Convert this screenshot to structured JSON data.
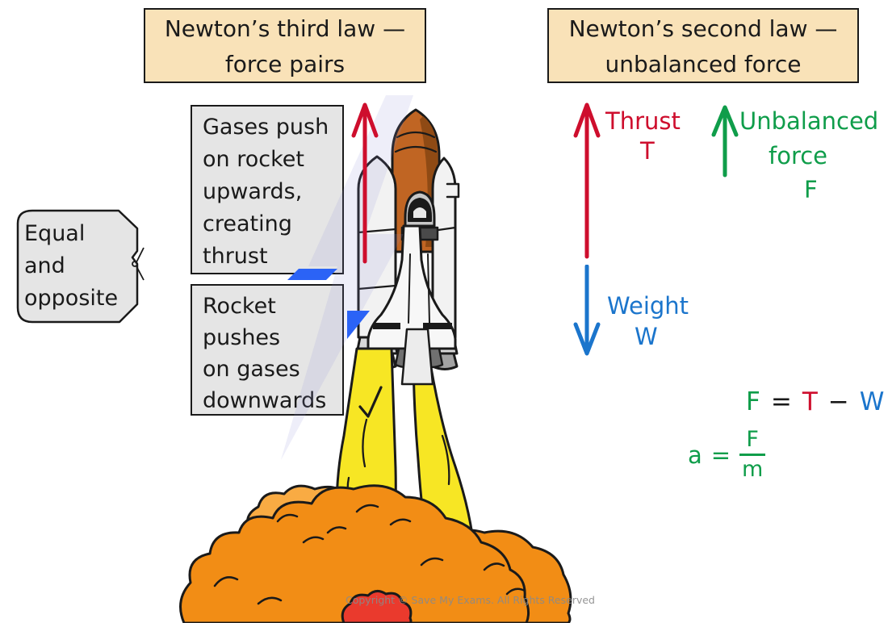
{
  "titles": {
    "third_law": {
      "line1": "Newton’s third law —",
      "line2": "force pairs"
    },
    "second_law": {
      "line1": "Newton’s second law —",
      "line2": "unbalanced force"
    }
  },
  "callouts": {
    "equal_opposite": {
      "lines": [
        "Equal",
        "and",
        "opposite"
      ]
    },
    "gases_push": {
      "lines": [
        "Gases push",
        "on rocket",
        "upwards,",
        "creating",
        "thrust"
      ]
    },
    "rocket_pushes": {
      "lines": [
        "Rocket",
        "pushes",
        "on gases",
        "downwards"
      ]
    }
  },
  "forces": {
    "thrust": {
      "label": "Thrust",
      "symbol": "T",
      "color": "#ce0e2d",
      "direction": "up"
    },
    "unbalanced": {
      "label_line1": "Unbalanced",
      "label_line2": "force",
      "symbol": "F",
      "color": "#0f9d4a",
      "direction": "up"
    },
    "weight": {
      "label": "Weight",
      "symbol": "W",
      "color": "#1b75cc",
      "direction": "down"
    }
  },
  "equations": {
    "force": {
      "lhs": "F",
      "eq": "=",
      "t": "T",
      "minus": "−",
      "w": "W"
    },
    "acceleration": {
      "a": "a",
      "eq": "=",
      "numerator": "F",
      "denominator": "m"
    }
  },
  "footer": {
    "copyright": "Copyright © Save My Exams. All Rights Reserved"
  },
  "colors": {
    "thrust_red": "#ce0e2d",
    "force_green": "#0f9d4a",
    "weight_blue": "#1b75cc",
    "title_bg": "#f9e2b8",
    "callout_bg": "#e5e5e5",
    "flame_yellow": "#f7e624",
    "smoke_orange": "#f28d15",
    "smoke_light": "#f9ab43",
    "puff_red": "#ea3a2d",
    "tank_orange": "#c06523",
    "bolt_blue": "#2b63f6"
  }
}
